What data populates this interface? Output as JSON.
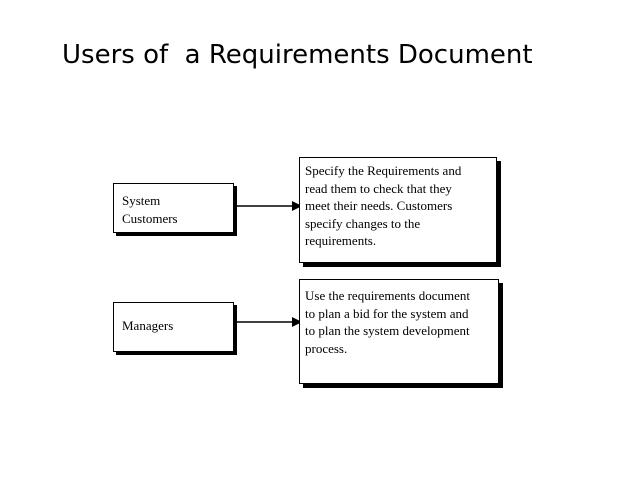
{
  "slide": {
    "title": "Users of  a Requirements Document"
  },
  "diagram": {
    "rows": [
      {
        "actor_lines": [
          "System",
          "Customers"
        ],
        "description_lines": [
          "Specify the Requirements and",
          "read them to check that they",
          "meet their needs. Customers",
          "specify changes to the",
          "requirements."
        ]
      },
      {
        "actor_lines": [
          "Managers"
        ],
        "description_lines": [
          "Use the requirements document",
          "to plan a bid for the system and",
          "to plan the system development",
          "process."
        ]
      }
    ]
  }
}
